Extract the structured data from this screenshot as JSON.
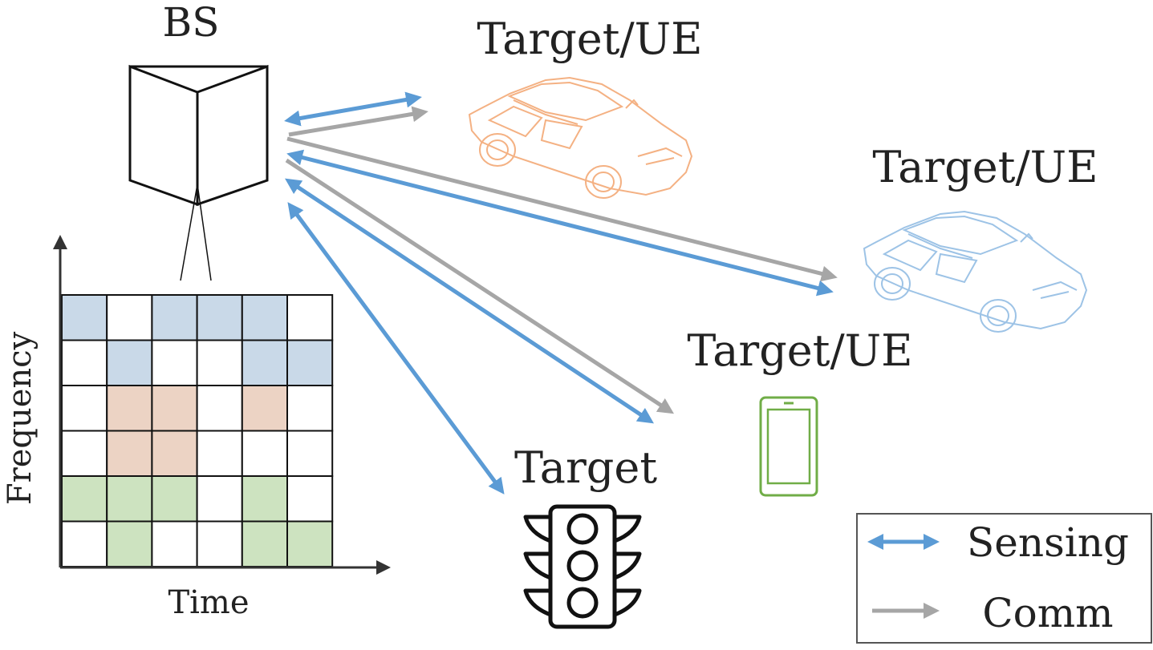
{
  "labels": {
    "bs": "BS",
    "target_ue_1": "Target/UE",
    "target_ue_2": "Target/UE",
    "target_ue_3": "Target/UE",
    "target": "Target",
    "axis_frequency": "Frequency",
    "axis_time": "Time"
  },
  "legend": {
    "sensing": "Sensing",
    "comm": "Comm"
  },
  "colors": {
    "sensing": "#5b9bd5",
    "comm": "#a6a6a6",
    "car_orange": "#f4b183",
    "car_blue": "#9dc3e6",
    "phone_green": "#70ad47",
    "grid_blue": "#c9d9e8",
    "grid_orange": "#ecd3c4",
    "grid_green": "#cde3c0"
  },
  "icons": [
    "base-station-icon",
    "car-icon",
    "smartphone-icon",
    "traffic-light-icon"
  ],
  "resource_grid": {
    "columns": 6,
    "rows": 6,
    "cells": [
      [
        "blue",
        "empty",
        "blue",
        "blue",
        "blue",
        "empty"
      ],
      [
        "empty",
        "blue",
        "empty",
        "empty",
        "blue",
        "blue"
      ],
      [
        "empty",
        "orange",
        "orange",
        "empty",
        "orange",
        "empty"
      ],
      [
        "empty",
        "orange",
        "orange",
        "empty",
        "empty",
        "empty"
      ],
      [
        "green",
        "green",
        "green",
        "empty",
        "green",
        "empty"
      ],
      [
        "empty",
        "green",
        "empty",
        "empty",
        "green",
        "green"
      ]
    ]
  }
}
